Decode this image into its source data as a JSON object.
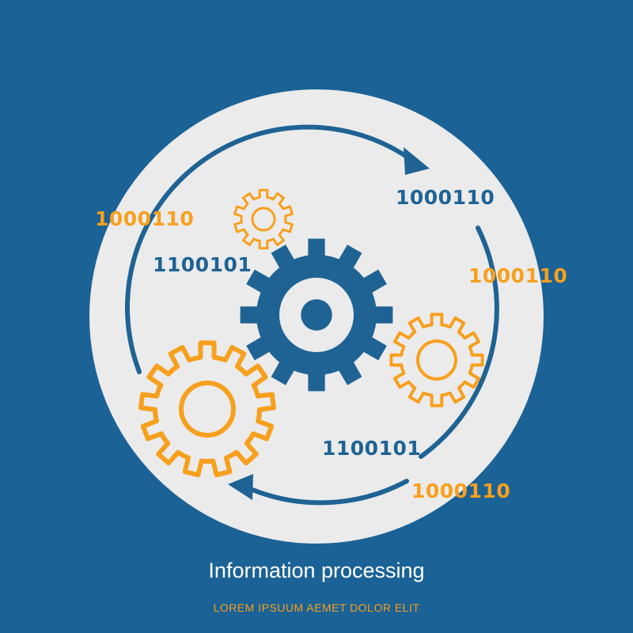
{
  "colors": {
    "background": "#1b6296",
    "circle": "#ebebeb",
    "blue": "#1e6394",
    "orange": "#f7a01d",
    "white": "#ffffff"
  },
  "binary": {
    "top_right": "1000110",
    "left_orange": "1000110",
    "left_blue": "1100101",
    "right_orange": "1000110",
    "bottom_blue": "1100101",
    "bottom_orange": "1000110"
  },
  "caption": {
    "title": "Information processing",
    "subtitle": "LOREM IPSUUM AEMET DOLOR ELIT"
  },
  "icons": [
    "circular-arrow-icon",
    "gear-icon"
  ]
}
